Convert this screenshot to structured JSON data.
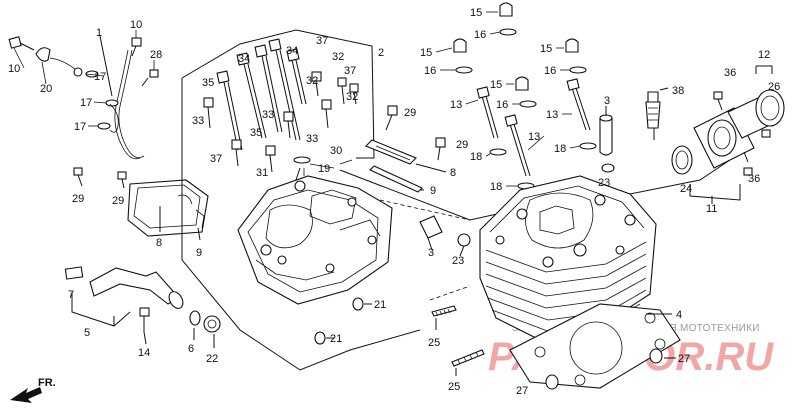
{
  "labels": {
    "l1": "1",
    "l2": "2",
    "l3a": "3",
    "l3b": "3",
    "l4": "4",
    "l5": "5",
    "l6": "6",
    "l7": "7",
    "l8a": "8",
    "l8b": "8",
    "l9a": "9",
    "l9b": "9",
    "l10a": "10",
    "l10b": "10",
    "l11": "11",
    "l12": "12",
    "l13a": "13",
    "l13b": "13",
    "l14": "14",
    "l15a": "15",
    "l15b": "15",
    "l15c": "15",
    "l15d": "15",
    "l16a": "16",
    "l16b": "16",
    "l16c": "16",
    "l16d": "16",
    "l17a": "17",
    "l17b": "17",
    "l17c": "17",
    "l18a": "18",
    "l18b": "18",
    "l18c": "18",
    "l19": "19",
    "l20": "20",
    "l21a": "21",
    "l21b": "21",
    "l22": "22",
    "l23a": "23",
    "l23b": "23",
    "l24": "24",
    "l25a": "25",
    "l25b": "25",
    "l26": "26",
    "l27a": "27",
    "l27b": "27",
    "l28": "28",
    "l29a": "29",
    "l29b": "29",
    "l29c": "29",
    "l29d": "29",
    "l30": "30",
    "l31": "31",
    "l32a": "32",
    "l32b": "32",
    "l32c": "32",
    "l33a": "33",
    "l33b": "33",
    "l33c": "33",
    "l34a": "34",
    "l34b": "34",
    "l35a": "35",
    "l35b": "35",
    "l36a": "36",
    "l36b": "36",
    "l37a": "37",
    "l37b": "37",
    "l37c": "37",
    "l38": "38"
  },
  "direction_label": "FR.",
  "watermark": {
    "tagline": "ЗАПЧАСТИ И АКСЕССУАРЫ ДЛЯ МОТОТЕХНИКИ",
    "brand": "PARTZPOR.RU"
  },
  "colors": {
    "line": "#111111",
    "watermark_text": "#9a9a9a",
    "watermark_brand": "#f2a6a6"
  }
}
